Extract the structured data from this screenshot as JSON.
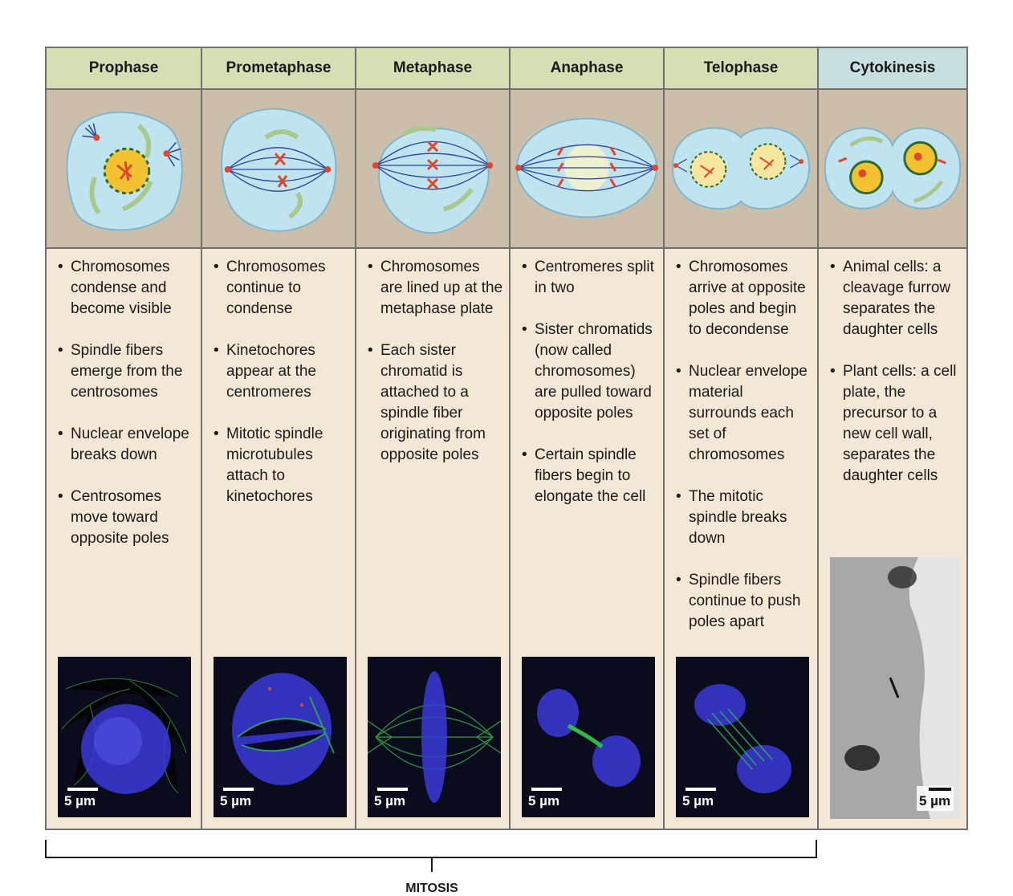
{
  "phases": [
    {
      "name": "Prophase",
      "notes": [
        "Chromosomes condense and become visible",
        "Spindle fibers emerge from the centrosomes",
        "Nuclear envelope breaks down",
        "Centrosomes move toward opposite poles"
      ],
      "scale_label": "5 µm"
    },
    {
      "name": "Prometaphase",
      "notes": [
        "Chromosomes continue to condense",
        "Kinetochores appear at the centromeres",
        "Mitotic spindle microtubules attach to kinetochores"
      ],
      "scale_label": "5 µm"
    },
    {
      "name": "Metaphase",
      "notes": [
        "Chromosomes are lined up at the metaphase plate",
        "Each sister chromatid is attached to a spindle fiber originating from opposite poles"
      ],
      "scale_label": "5 µm"
    },
    {
      "name": "Anaphase",
      "notes": [
        "Centromeres split in two",
        "Sister chromatids (now called chromosomes) are pulled toward opposite poles",
        "Certain spindle fibers begin to elongate the cell"
      ],
      "scale_label": "5 µm"
    },
    {
      "name": "Telophase",
      "notes": [
        "Chromosomes arrive at opposite poles and begin to decondense",
        "Nuclear envelope material surrounds each set of chromosomes",
        "The mitotic spindle breaks down",
        "Spindle fibers continue to push poles apart"
      ],
      "scale_label": "5 µm"
    },
    {
      "name": "Cytokinesis",
      "notes": [
        "Animal cells: a cleavage furrow separates the daughter cells",
        "Plant cells: a cell plate, the precursor to a new cell wall, separates the daughter cells"
      ],
      "scale_label": "5 µm"
    }
  ],
  "bracket_label": "MITOSIS",
  "colors": {
    "header_mitosis": "#d4dfb4",
    "header_cytokinesis": "#c8dfe0",
    "illustration_bg": "#cbbfac",
    "notes_bg": "#f3e8d5",
    "cell": "#bfe3ef",
    "spindle": "#2b3f9a",
    "chromosome": "#e0472a",
    "micrograph_dna": "#3a3ad8",
    "micrograph_tubulin": "#2fb84a"
  }
}
